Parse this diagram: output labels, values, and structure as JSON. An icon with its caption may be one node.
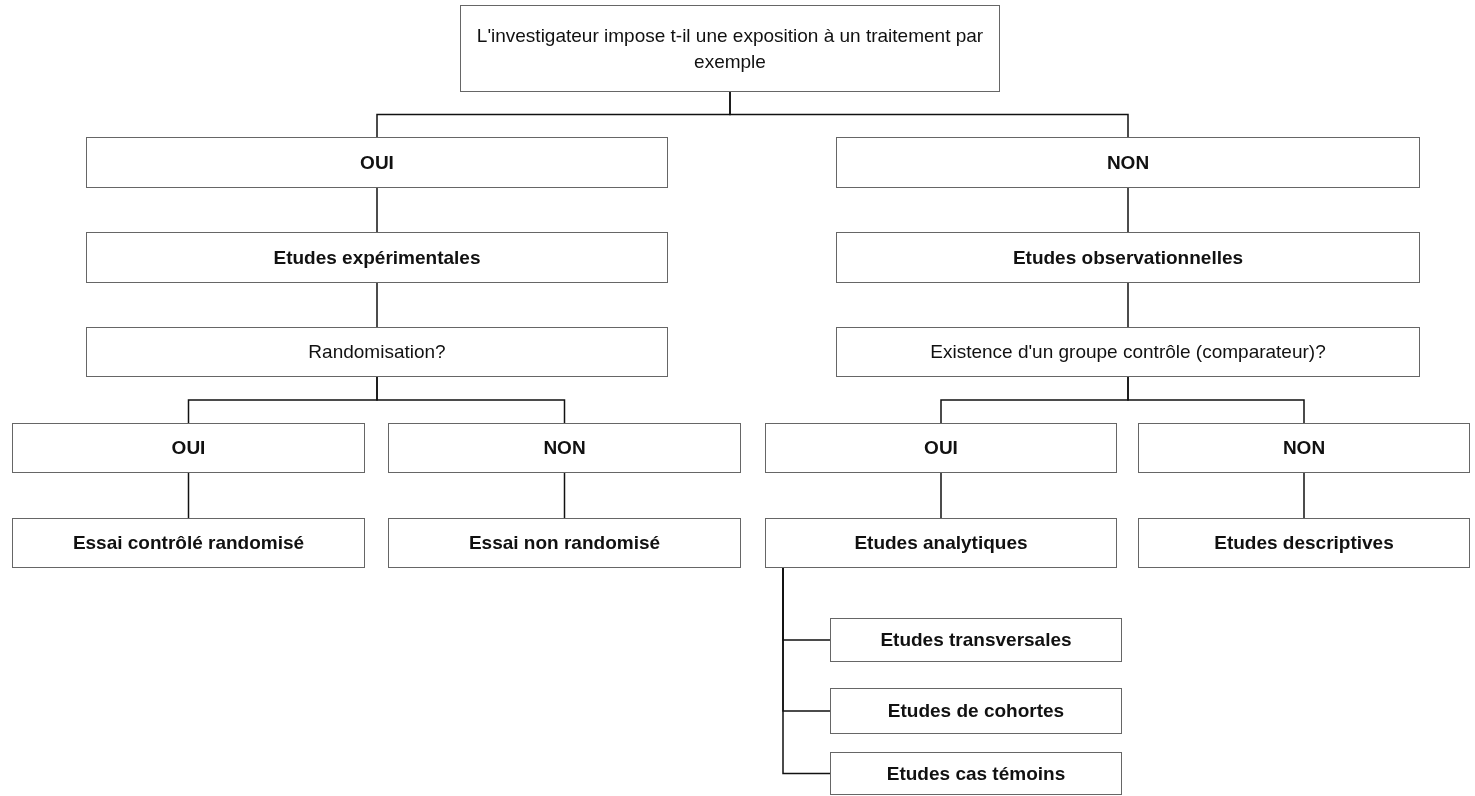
{
  "diagram": {
    "nodes": [
      {
        "text": [
          "L'investigateur impose t-il une exposition à un traitement par exemple"
        ]
      },
      {
        "text": [
          "OUI"
        ]
      },
      {
        "text": [
          "NON"
        ]
      },
      {
        "text": [
          "Etudes expérimentales"
        ]
      },
      {
        "text": [
          "Etudes observationnelles"
        ]
      },
      {
        "text": [
          "Randomisation?"
        ]
      },
      {
        "text": [
          "Existence d'un groupe contrôle (comparateur)?"
        ]
      },
      {
        "text": [
          "OUI"
        ]
      },
      {
        "text": [
          "NON"
        ]
      },
      {
        "text": [
          "OUI"
        ]
      },
      {
        "text": [
          "NON"
        ]
      },
      {
        "text": [
          "Essai contrôlé randomisé"
        ]
      },
      {
        "text": [
          "Essai non randomisé"
        ]
      },
      {
        "text": [
          "Etudes analytiques"
        ]
      },
      {
        "text": [
          "Etudes descriptives"
        ]
      },
      {
        "text": [
          "Etudes transversales"
        ]
      },
      {
        "text": [
          "Etudes de cohortes"
        ]
      },
      {
        "text": [
          "Etudes cas témoins"
        ]
      }
    ],
    "edges": [
      {
        "from": 0,
        "to": 1,
        "arrow": "none"
      },
      {
        "from": 0,
        "to": 2,
        "arrow": "none"
      },
      {
        "from": 1,
        "to": 3,
        "arrow": "none"
      },
      {
        "from": 2,
        "to": 4,
        "arrow": "none"
      },
      {
        "from": 3,
        "to": 5,
        "arrow": "none"
      },
      {
        "from": 4,
        "to": 6,
        "arrow": "none"
      },
      {
        "from": 5,
        "to": 7,
        "arrow": "none"
      },
      {
        "from": 5,
        "to": 8,
        "arrow": "none"
      },
      {
        "from": 6,
        "to": 9,
        "arrow": "none"
      },
      {
        "from": 6,
        "to": 10,
        "arrow": "none"
      },
      {
        "from": 7,
        "to": 11,
        "arrow": "none"
      },
      {
        "from": 8,
        "to": 12,
        "arrow": "none"
      },
      {
        "from": 9,
        "to": 13,
        "arrow": "none"
      },
      {
        "from": 10,
        "to": 14,
        "arrow": "none"
      },
      {
        "from": 13,
        "to": 15,
        "arrow": "none"
      },
      {
        "from": 13,
        "to": 16,
        "arrow": "none"
      },
      {
        "from": 13,
        "to": 17,
        "arrow": "none"
      }
    ]
  }
}
